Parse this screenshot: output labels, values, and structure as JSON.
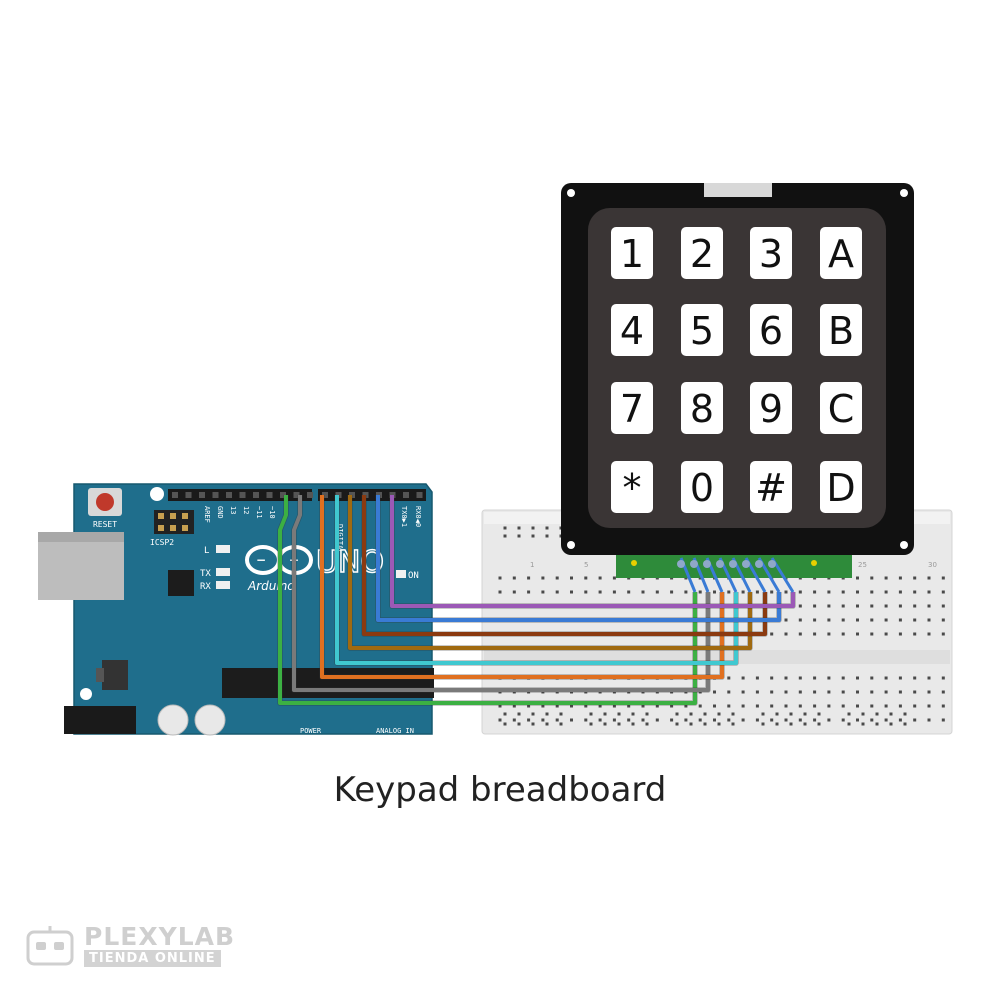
{
  "caption": "Keypad breadboard",
  "arduino": {
    "reset_label": "RESET",
    "icsp_label": "ICSP2",
    "led_l": "L",
    "led_tx": "TX",
    "led_rx": "RX",
    "brand": "Arduino",
    "model": "UNO",
    "on_label": "ON",
    "digital_label": "DIGITAL",
    "power_label": "POWER",
    "analog_label": "ANALOG IN",
    "header_labels": [
      "AREF",
      "GND",
      "13",
      "12",
      "~11",
      "~10"
    ],
    "header_labels_right": [
      "TX0▶1",
      "RX0◀0"
    ]
  },
  "breadboard": {
    "col_labels": [
      "1",
      "5",
      "25",
      "30"
    ]
  },
  "keypad": {
    "keys": [
      "1",
      "2",
      "3",
      "A",
      "4",
      "5",
      "6",
      "B",
      "7",
      "8",
      "9",
      "C",
      "*",
      "0",
      "#",
      "D"
    ]
  },
  "wire_colors": [
    "#9b59b6",
    "#3a7bd5",
    "#8b3a10",
    "#a06a10",
    "#40c8d0",
    "#e07020",
    "#7a7a7a",
    "#3cb043"
  ],
  "watermark": {
    "brand": "PLEXYLAB",
    "tagline": "TIENDA ONLINE"
  }
}
